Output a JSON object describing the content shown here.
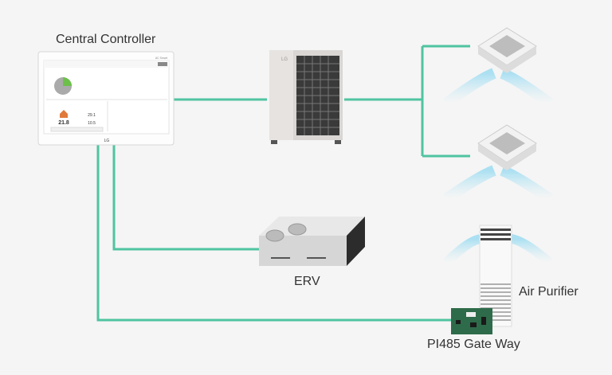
{
  "labels": {
    "controller": "Central Controller",
    "erv": "ERV",
    "purifier": "Air Purifier",
    "gateway": "PI485 Gate Way"
  },
  "controller_screen": {
    "brand": "AC Smart",
    "temp_avg": "21.8",
    "temp_high": "29.1",
    "temp_low": "10.5",
    "logo": "LG"
  },
  "outdoor_unit_logo": "LG",
  "colors": {
    "connection_line": "#4fc4a0",
    "airflow": "#9fdcf0",
    "background": "#f5f5f5"
  }
}
